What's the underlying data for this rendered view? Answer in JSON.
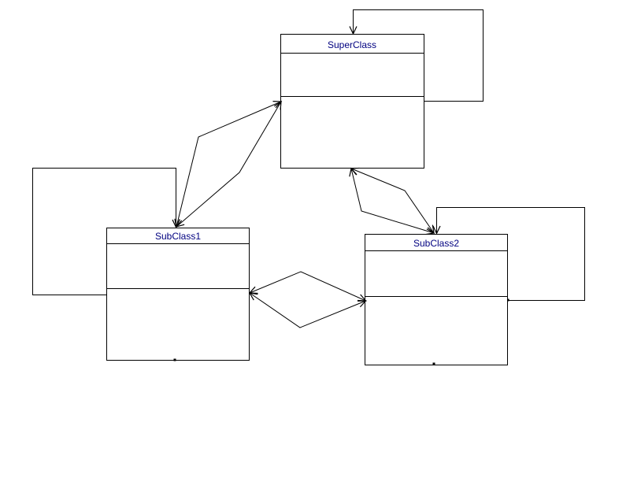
{
  "diagram": {
    "type": "uml-class-diagram",
    "background_color": "#ffffff",
    "line_color": "#000000",
    "label_color": "#000080",
    "nodes": [
      {
        "id": "superclass",
        "label": "SuperClass",
        "compartments": 3
      },
      {
        "id": "subclass1",
        "label": "SubClass1",
        "compartments": 3
      },
      {
        "id": "subclass2",
        "label": "SubClass2",
        "compartments": 3
      }
    ],
    "edges": [
      {
        "id": "superclass-self-loop",
        "from": "SuperClass",
        "to": "SuperClass",
        "style": "rectangular self-association, arrow into top edge"
      },
      {
        "id": "subclass1-self-loop",
        "from": "SubClass1",
        "to": "SubClass1",
        "style": "rectangular self-association, arrow into top edge"
      },
      {
        "id": "subclass2-self-loop",
        "from": "SubClass2",
        "to": "SubClass2",
        "style": "rectangular self-association, arrow into top edge"
      },
      {
        "id": "subclass1-superclass-association",
        "from": "SubClass1",
        "to": "SuperClass",
        "style": "two bent lines forming a lens, arrowheads at both ends"
      },
      {
        "id": "superclass-subclass2-association",
        "from": "SuperClass",
        "to": "SubClass2",
        "style": "two bent lines forming a lens, arrowheads at both ends"
      },
      {
        "id": "subclass1-subclass2-association",
        "from": "SubClass1",
        "to": "SubClass2",
        "style": "two bent lines forming a diamond, arrowheads at both ends"
      }
    ]
  }
}
